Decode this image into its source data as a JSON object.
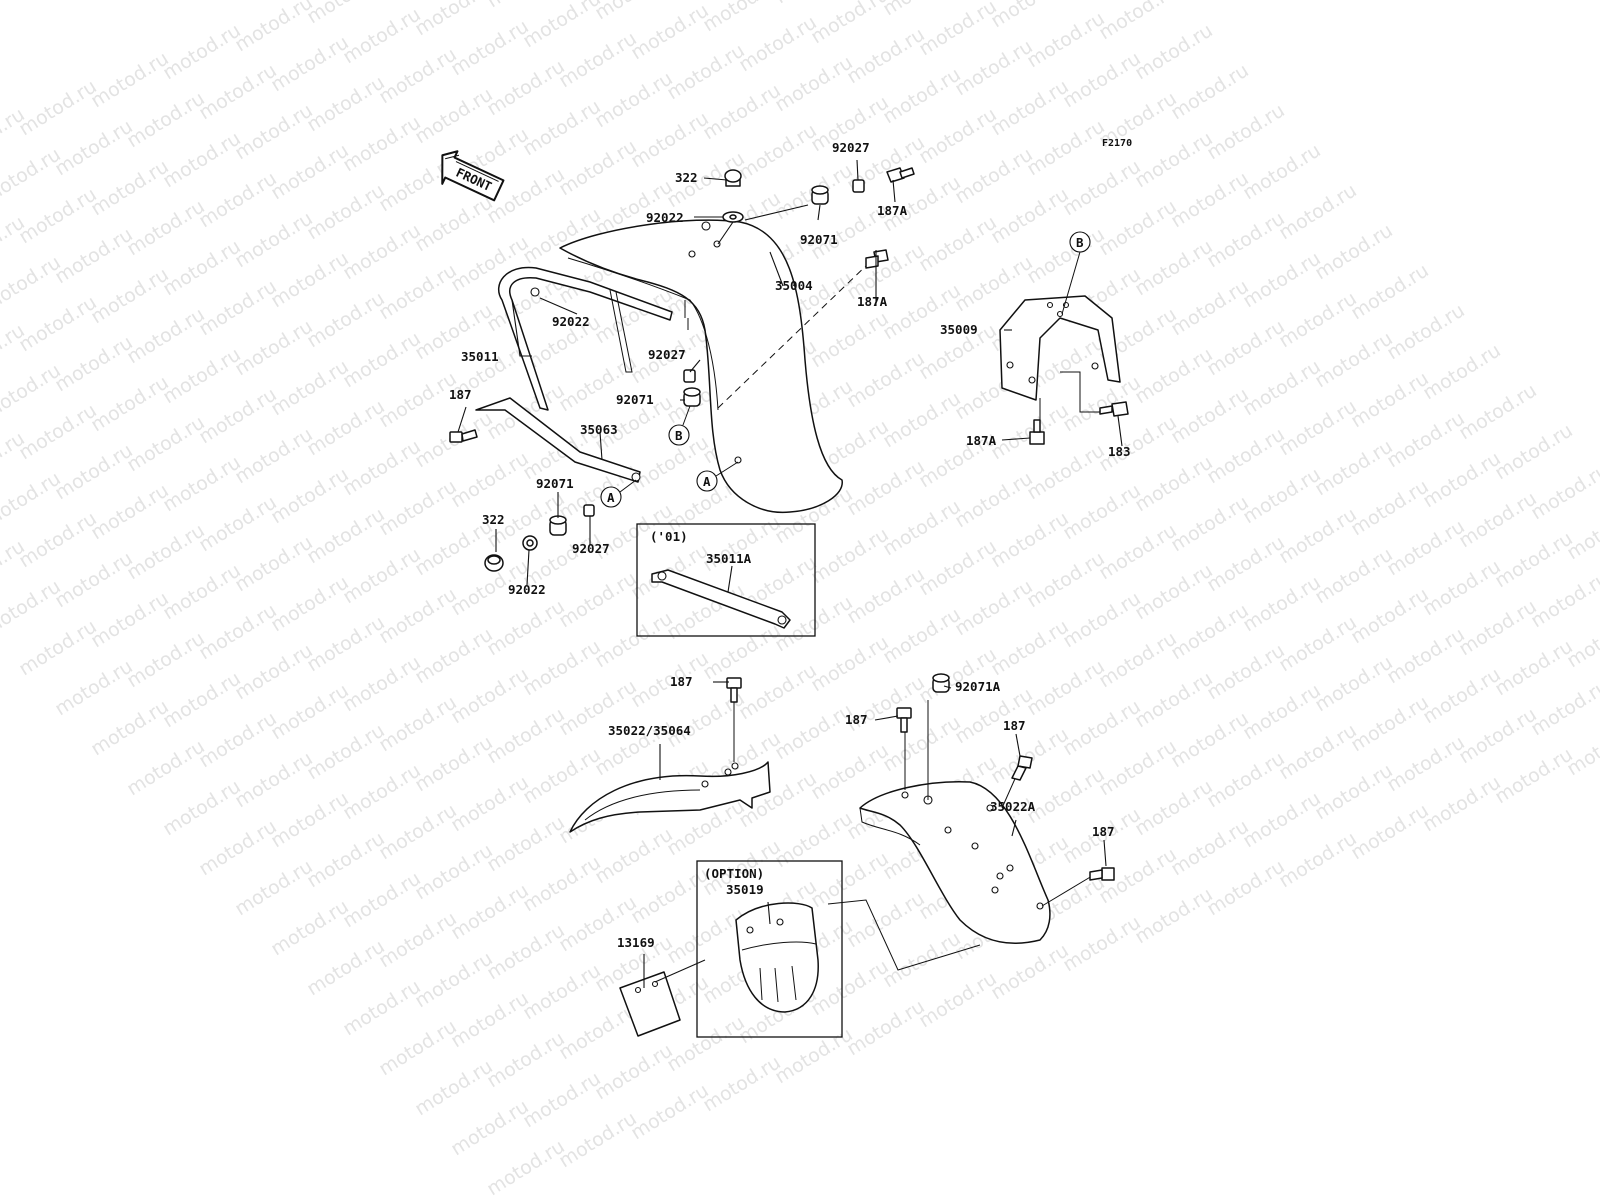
{
  "watermark": {
    "text": "motod.ru"
  },
  "figure_code": "F2170",
  "front_arrow": {
    "label": "FRONT"
  },
  "callouts": {
    "a": "A",
    "b": "B"
  },
  "boxes": {
    "year_01": {
      "title": "('01)"
    },
    "option": {
      "title": "(OPTION)"
    }
  },
  "parts": {
    "p322_top": "322",
    "p92027_top": "92027",
    "p187A_top": "187A",
    "p92022_top": "92022",
    "p92071_top": "92071",
    "p35004": "35004",
    "p187A_mid": "187A",
    "p92022_stay": "92022",
    "p35011": "35011",
    "p92027_mid": "92027",
    "p92071_mid": "92071",
    "p187_left": "187",
    "p35063": "35063",
    "p92071_low": "92071",
    "p322_low": "322",
    "p92027_low": "92027",
    "p92022_low": "92022",
    "p35009": "35009",
    "p187A_bracket": "187A",
    "p183": "183",
    "p35011A": "35011A",
    "p187_front": "187",
    "p35022_35064": "35022/35064",
    "p92071A": "92071A",
    "p187_f1": "187",
    "p187_f2": "187",
    "p35022A": "35022A",
    "p187_f3": "187",
    "p35019": "35019",
    "p13169": "13169"
  }
}
